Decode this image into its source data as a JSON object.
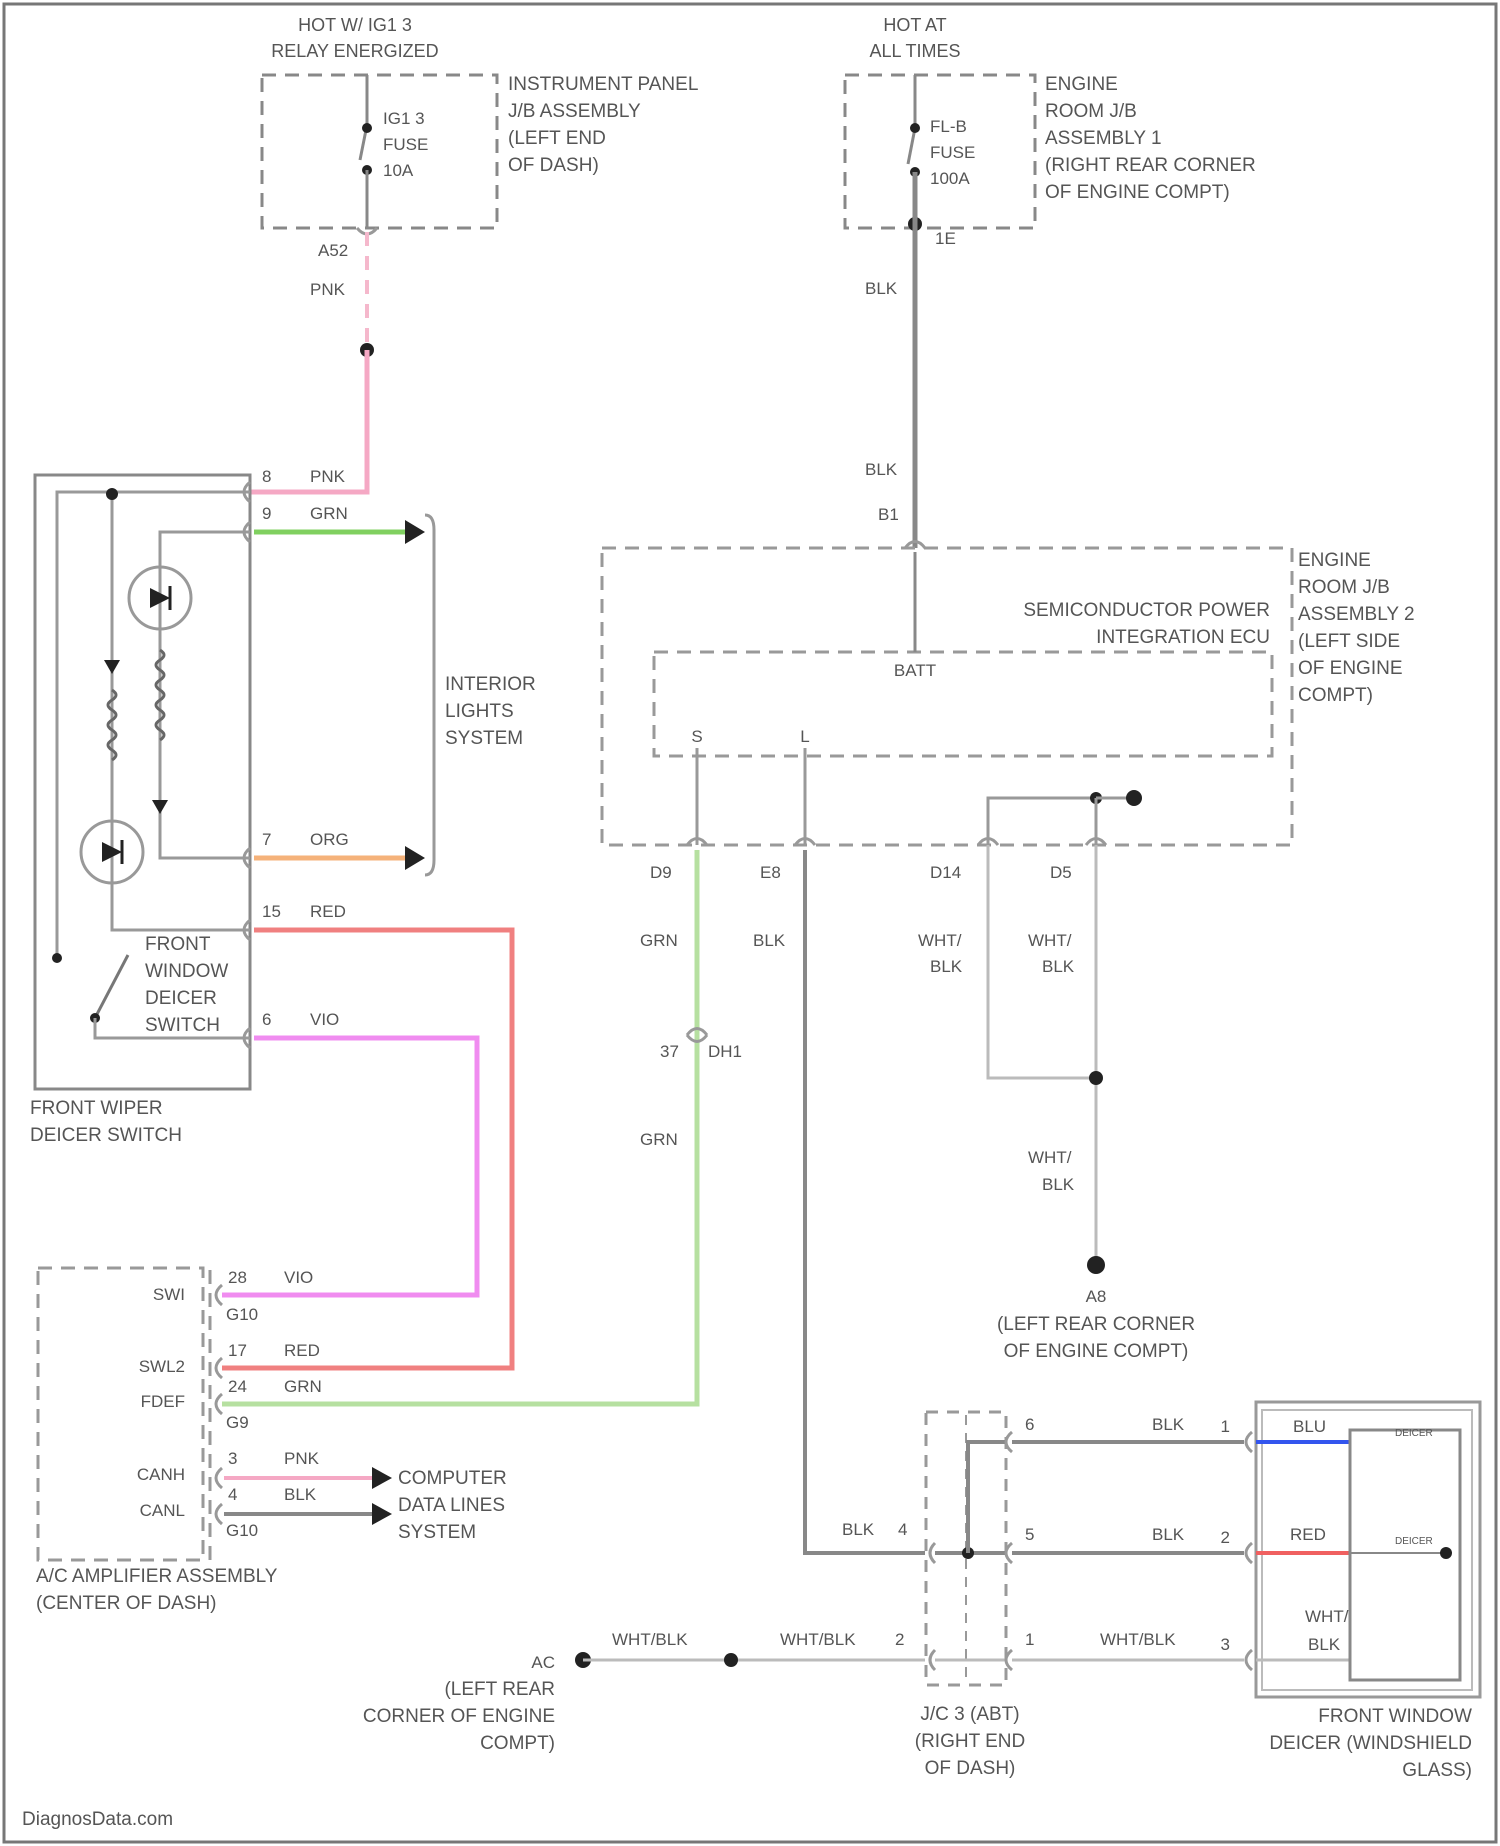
{
  "fuse_ig1": {
    "power_line1": "HOT W/ IG1 3",
    "power_line2": "RELAY ENERGIZED",
    "name": "IG1 3",
    "type": "FUSE",
    "rating": "10A",
    "connector": "A52",
    "wire_color": "PNK",
    "location": [
      "INSTRUMENT PANEL",
      "J/B ASSEMBLY",
      "(LEFT END",
      "OF DASH)"
    ]
  },
  "fuse_fl": {
    "power_line1": "HOT AT",
    "power_line2": "ALL TIMES",
    "name": "FL-B",
    "type": "FUSE",
    "rating": "100A",
    "connector": "1E",
    "wire_color": "BLK",
    "location": [
      "ENGINE",
      "ROOM J/B",
      "ASSEMBLY 1",
      "(RIGHT REAR CORNER",
      "OF ENGINE COMPT)"
    ]
  },
  "ecu": {
    "name": [
      "SEMICONDUCTOR POWER",
      "INTEGRATION ECU"
    ],
    "jb_location": [
      "ENGINE",
      "ROOM J/B",
      "ASSEMBLY 2",
      "(LEFT SIDE",
      "OF ENGINE",
      "COMPT)"
    ],
    "batt_connector": "B1",
    "batt_pin": "BATT",
    "pin_s": "S",
    "pin_l": "L",
    "conn_d9": "D9",
    "conn_e8": "E8",
    "conn_d14": "D14",
    "conn_d5": "D5"
  },
  "connector_dh1": {
    "pin": "37",
    "id": "DH1"
  },
  "ground_a8": {
    "id": "A8",
    "location": [
      "(LEFT REAR CORNER",
      "OF ENGINE COMPT)"
    ],
    "wire_line1": "WHT/",
    "wire_line2": "BLK"
  },
  "switch": {
    "name": [
      "FRONT WIPER",
      "DEICER SWITCH"
    ],
    "inner_label": [
      "FRONT",
      "WINDOW",
      "DEICER",
      "SWITCH"
    ],
    "pins": [
      {
        "num": "8",
        "color": "PNK"
      },
      {
        "num": "9",
        "color": "GRN"
      },
      {
        "num": "7",
        "color": "ORG"
      },
      {
        "num": "15",
        "color": "RED"
      },
      {
        "num": "6",
        "color": "VIO"
      }
    ]
  },
  "interior_lights": {
    "label": [
      "INTERIOR",
      "LIGHTS",
      "SYSTEM"
    ]
  },
  "ac_amp": {
    "name": [
      "A/C AMPLIFIER ASSEMBLY",
      "(CENTER OF DASH)"
    ],
    "conn_a": "G10",
    "conn_b": "G9",
    "pins": [
      {
        "name": "SWI",
        "num": "28",
        "color": "VIO"
      },
      {
        "name": "SWL2",
        "num": "17",
        "color": "RED"
      },
      {
        "name": "FDEF",
        "num": "24",
        "color": "GRN"
      },
      {
        "name": "CANH",
        "num": "3",
        "color": "PNK"
      },
      {
        "name": "CANL",
        "num": "4",
        "color": "BLK"
      }
    ]
  },
  "data_lines": {
    "label": [
      "COMPUTER",
      "DATA LINES",
      "SYSTEM"
    ]
  },
  "ground_ac": {
    "id": "AC",
    "location": [
      "(LEFT REAR",
      "CORNER OF ENGINE",
      "COMPT)"
    ],
    "wire": "WHT/BLK"
  },
  "junction": {
    "name": "J/C 3 (ABT)",
    "location": [
      "(RIGHT END",
      "OF DASH)"
    ],
    "pin_1": "1",
    "pin_2": "2",
    "pin_4": "4",
    "pin_5": "5",
    "pin_6": "6"
  },
  "deicer": {
    "name": [
      "FRONT WINDOW",
      "DEICER (WINDSHIELD",
      "GLASS)"
    ],
    "mini_label_1": "DEICER",
    "mini_label_2": "DEICER",
    "pins": [
      {
        "num": "1",
        "color": "BLU"
      },
      {
        "num": "2",
        "color": "RED"
      },
      {
        "num": "3",
        "color_line1": "WHT/",
        "color_line2": "BLK"
      }
    ]
  },
  "watermark": "DiagnosData.com"
}
